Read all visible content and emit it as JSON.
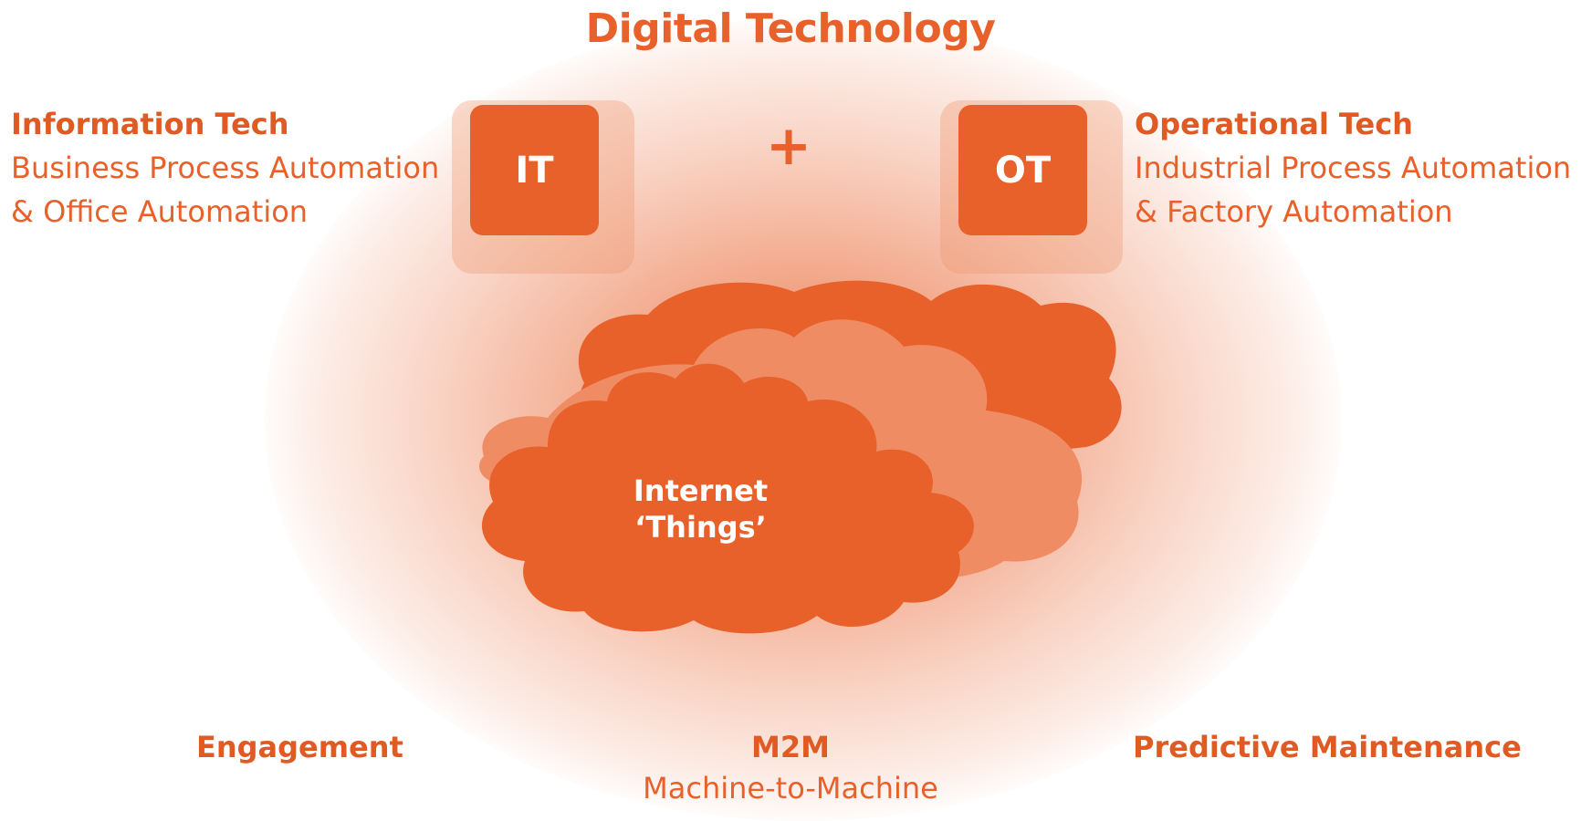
{
  "title": "Digital Technology",
  "left": {
    "heading": "Information Tech",
    "line1": "Business Process Automation",
    "line2": "& Office Automation"
  },
  "right": {
    "heading": "Operational Tech",
    "line1": "Industrial Process Automation",
    "line2": "& Factory Automation"
  },
  "boxes": {
    "it": "IT",
    "ot": "OT",
    "plus": "+"
  },
  "cloud": {
    "line1": "Internet",
    "line2": "‘Things’"
  },
  "bottom": {
    "engagement": "Engagement",
    "m2m": "M2M",
    "m2m_sub": "Machine-to-Machine",
    "predictive": "Predictive Maintenance"
  },
  "colors": {
    "accent": "#e8602a",
    "accent_light": "#f08c64",
    "text_on_accent": "#ffffff"
  }
}
